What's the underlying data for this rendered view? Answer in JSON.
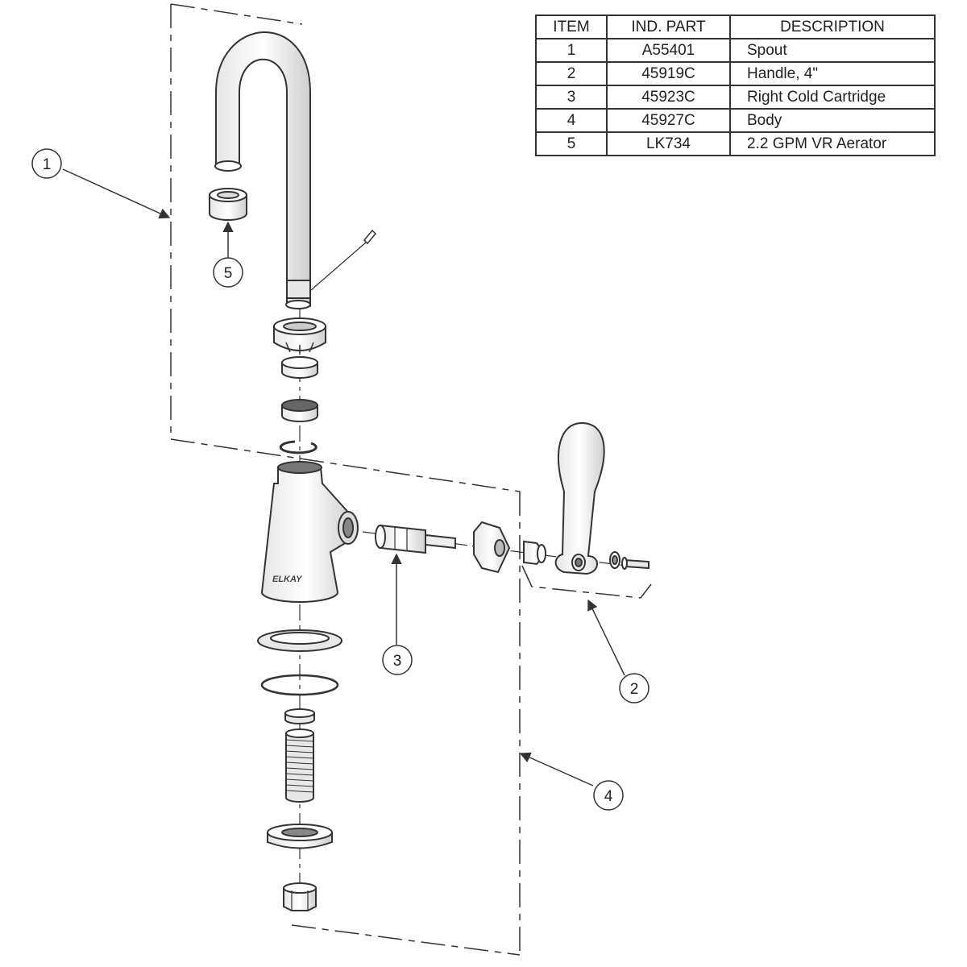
{
  "table": {
    "headers": {
      "item": "ITEM",
      "part": "IND. PART",
      "description": "DESCRIPTION"
    },
    "rows": [
      {
        "item": "1",
        "part": "A55401",
        "description": "Spout"
      },
      {
        "item": "2",
        "part": "45919C",
        "description": "Handle, 4\""
      },
      {
        "item": "3",
        "part": "45923C",
        "description": "Right Cold Cartridge"
      },
      {
        "item": "4",
        "part": "45927C",
        "description": "Body"
      },
      {
        "item": "5",
        "part": "LK734",
        "description": "2.2 GPM VR Aerator"
      }
    ]
  },
  "callouts": {
    "c1": "1",
    "c2": "2",
    "c3": "3",
    "c4": "4",
    "c5": "5"
  },
  "brand": "ELKAY",
  "colors": {
    "line": "#333333",
    "part_fill": "#ffffff",
    "shade": "#d9d9d9"
  }
}
